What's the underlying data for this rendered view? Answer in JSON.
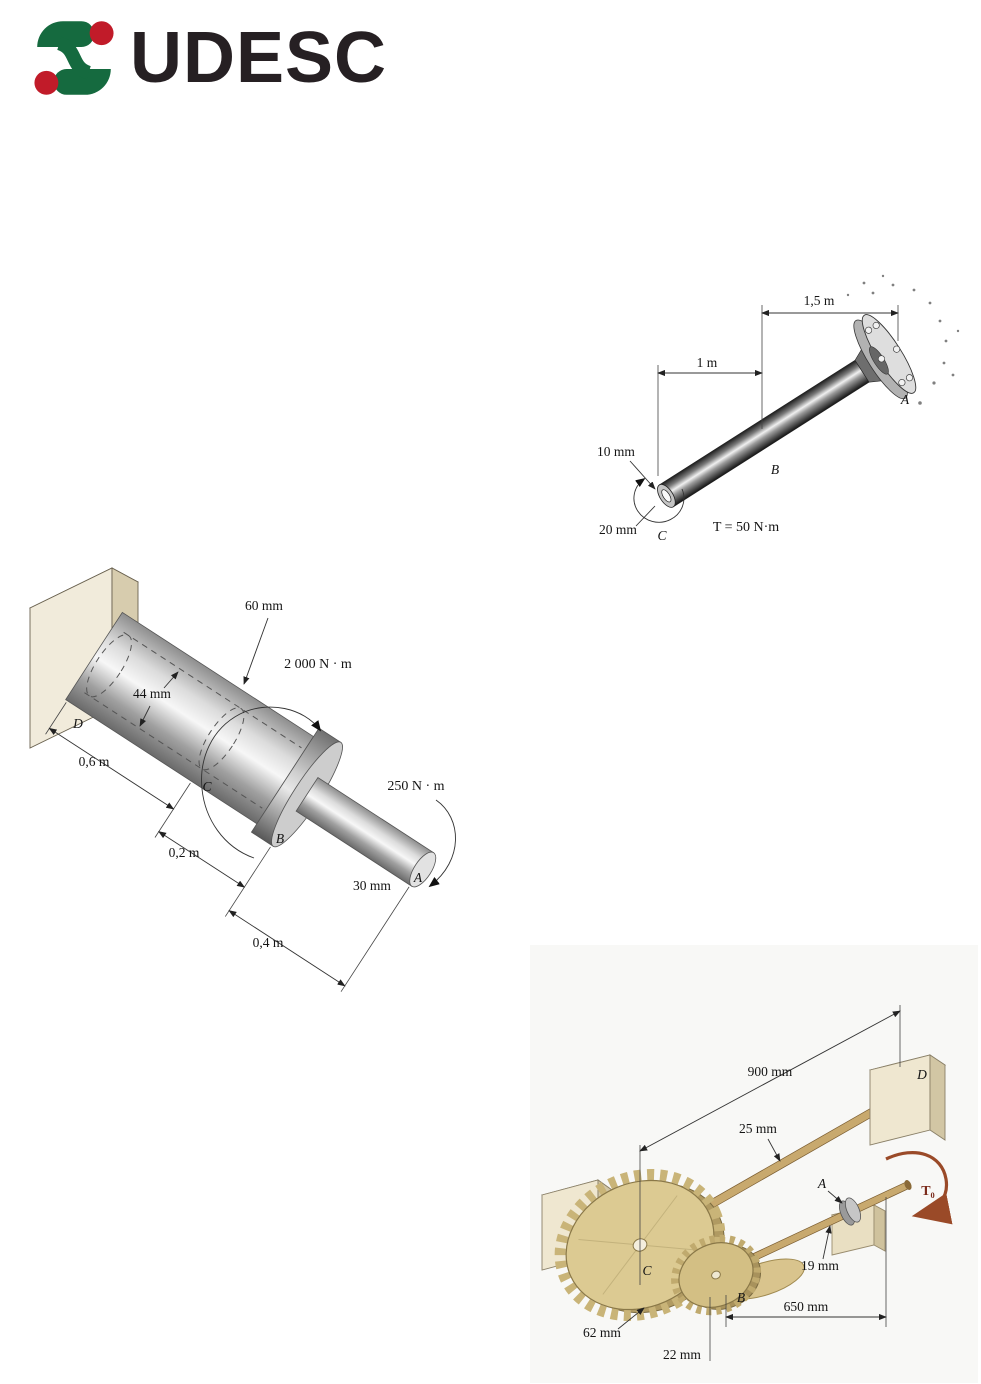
{
  "logo": {
    "text": "UDESC"
  },
  "fig1": {
    "dim_a": "1,5 m",
    "dim_b": "1 m",
    "dia_inner": "10 mm",
    "dia_outer": "20 mm",
    "pt_a": "A",
    "pt_b": "B",
    "pt_c": "C",
    "torque": "T = 50 N·m"
  },
  "fig2": {
    "dia_outer": "60 mm",
    "dia_inner": "44 mm",
    "torque_b": "2 000 N · m",
    "torque_a": "250 N · m",
    "len_dc": "0,6 m",
    "len_cb": "0,2 m",
    "len_ba": "0,4 m",
    "dia_a": "30 mm",
    "pt_a": "A",
    "pt_b": "B",
    "pt_c": "C",
    "pt_d": "D"
  },
  "fig3": {
    "len_top": "900 mm",
    "dia_top": "25 mm",
    "dia_bottom": "19 mm",
    "len_bottom": "650 mm",
    "dia_gear_c": "62 mm",
    "dia_gear_b": "22 mm",
    "pt_a": "A",
    "pt_b": "B",
    "pt_c": "C",
    "pt_d": "D",
    "torque": "T₀"
  }
}
